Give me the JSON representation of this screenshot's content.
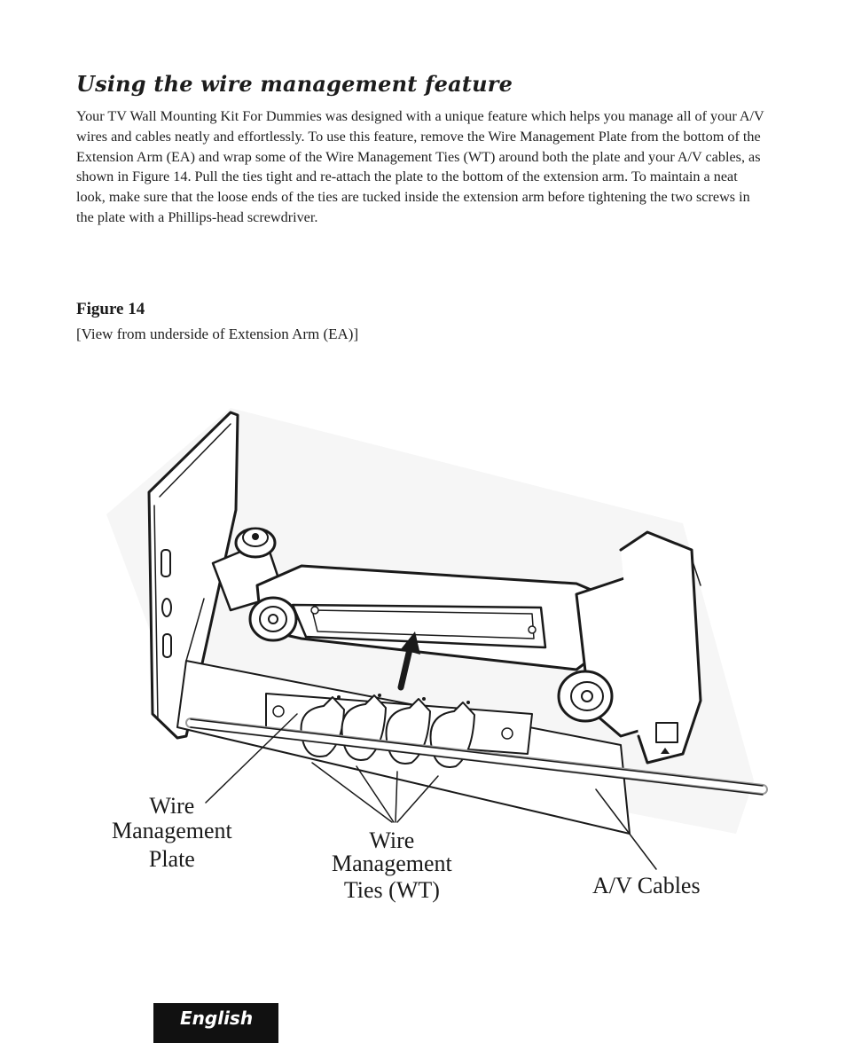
{
  "section": {
    "title": "Using the wire management feature",
    "paragraph": "Your TV Wall Mounting Kit For Dummies was designed with a unique feature which helps you manage all of your A/V wires and cables neatly and effortlessly. To use this feature, remove the Wire Management Plate from the bottom of the Extension Arm (EA) and wrap some of the Wire Management Ties (WT) around both the plate and your A/V cables, as shown in Figure 14. Pull the ties tight and re-attach the plate to the bottom of the extension arm. To maintain a neat look, make sure that the loose ends of the ties are tucked inside the extension arm before tightening the two screws in the plate with a Phillips-head screwdriver."
  },
  "figure": {
    "label": "Figure 14",
    "caption": "[View from underside of Extension Arm (EA)]",
    "callouts": {
      "plate": [
        "Wire",
        "Management",
        "Plate"
      ],
      "ties": [
        "Wire",
        "Management",
        "Ties (WT)"
      ],
      "cables": "A/V Cables"
    }
  },
  "footer": {
    "language_tab": "English"
  }
}
